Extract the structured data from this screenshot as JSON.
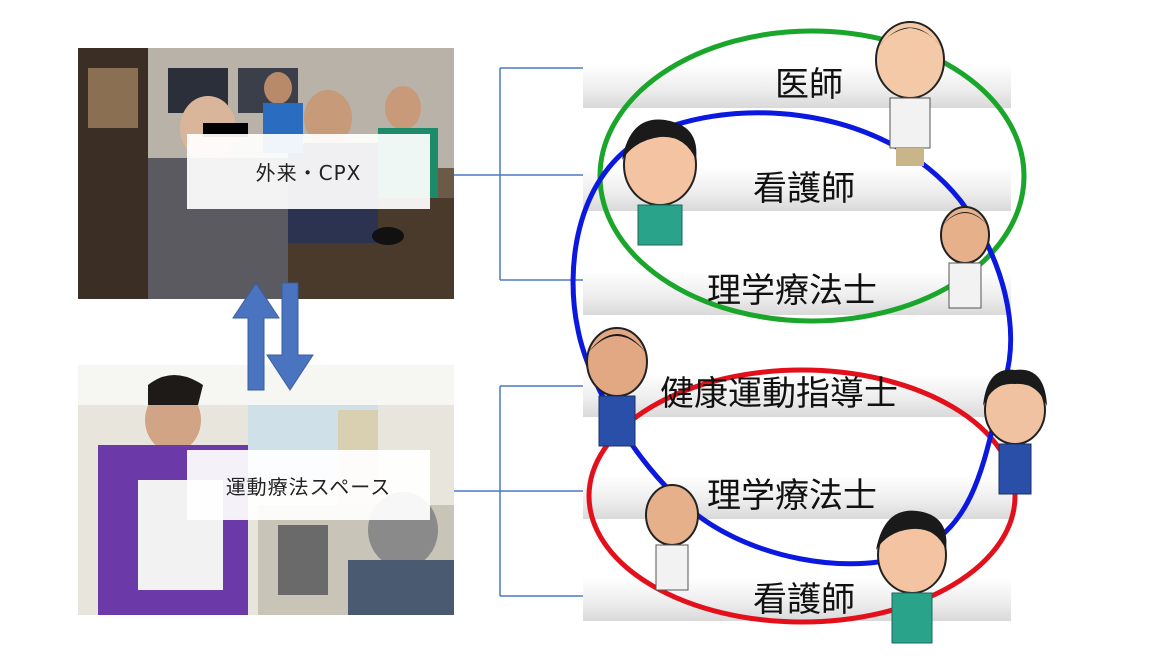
{
  "left": {
    "top_photo_caption": "外来・CPX",
    "bottom_photo_caption": "運動療法スペース"
  },
  "team_top": {
    "roles": [
      "医師",
      "看護師",
      "理学療法士"
    ]
  },
  "team_bottom": {
    "roles": [
      "健康運動指導士",
      "理学療法士",
      "看護師"
    ]
  },
  "colors": {
    "connector": "#4a78c2",
    "arrow": "#4a74c0",
    "ellipse_green": "#1aa62a",
    "ellipse_blue": "#0b18e0",
    "ellipse_red": "#e3101b"
  },
  "icons": {
    "exchange": "bidirectional-arrows-icon",
    "staff": "caricature-icon"
  }
}
